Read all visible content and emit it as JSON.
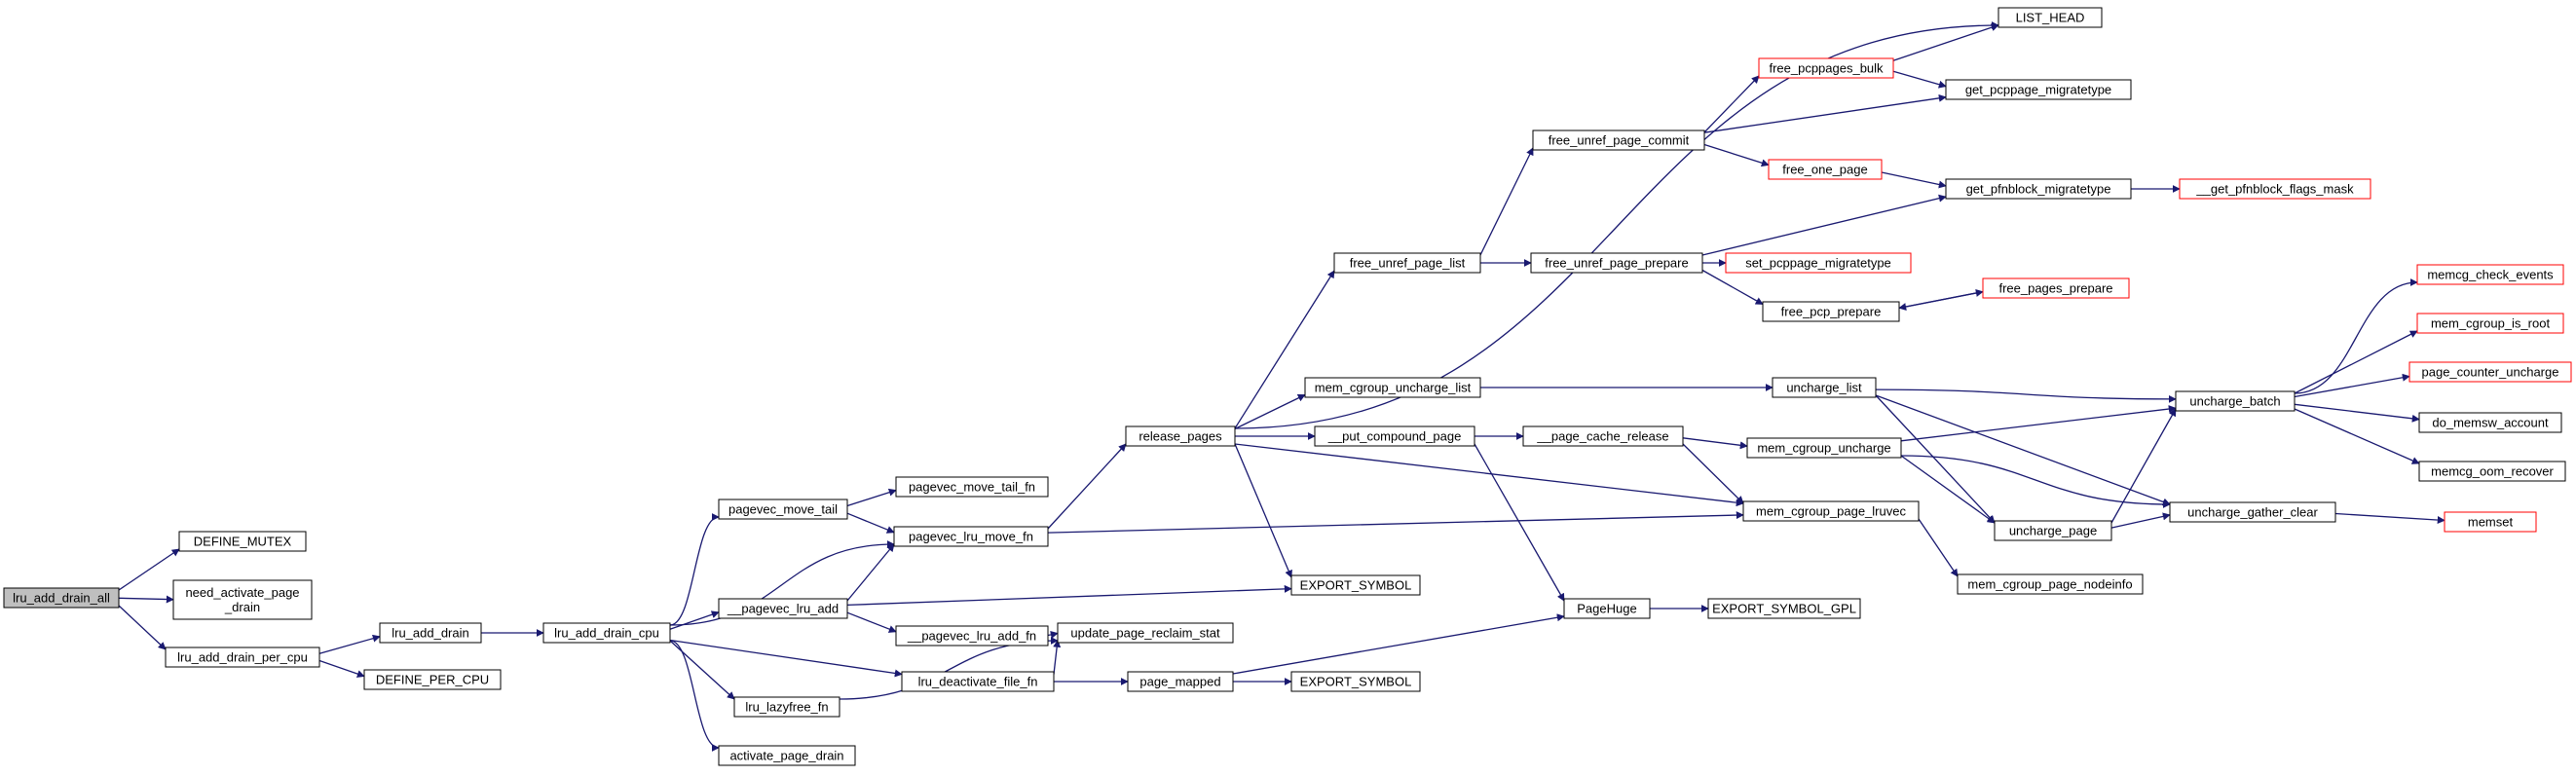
{
  "colors": {
    "edge": "#191970",
    "node_border": "#000000",
    "node_fill": "#ffffff",
    "truncated_border": "#ff0000",
    "root_fill": "#bfbfbf"
  },
  "nodes": [
    {
      "id": "lru_add_drain_all",
      "label": "lru_add_drain_all",
      "style": "root"
    },
    {
      "id": "DEFINE_MUTEX",
      "label": "DEFINE_MUTEX",
      "style": "normal"
    },
    {
      "id": "need_activate_page_drain",
      "label": "need_activate_page\n_drain",
      "style": "normal"
    },
    {
      "id": "lru_add_drain_per_cpu",
      "label": "lru_add_drain_per_cpu",
      "style": "normal"
    },
    {
      "id": "lru_add_drain",
      "label": "lru_add_drain",
      "style": "normal"
    },
    {
      "id": "DEFINE_PER_CPU",
      "label": "DEFINE_PER_CPU",
      "style": "normal"
    },
    {
      "id": "lru_add_drain_cpu",
      "label": "lru_add_drain_cpu",
      "style": "normal"
    },
    {
      "id": "pagevec_move_tail",
      "label": "pagevec_move_tail",
      "style": "normal"
    },
    {
      "id": "__pagevec_lru_add",
      "label": "__pagevec_lru_add",
      "style": "normal"
    },
    {
      "id": "lru_lazyfree_fn",
      "label": "lru_lazyfree_fn",
      "style": "normal"
    },
    {
      "id": "activate_page_drain",
      "label": "activate_page_drain",
      "style": "normal"
    },
    {
      "id": "pagevec_move_tail_fn",
      "label": "pagevec_move_tail_fn",
      "style": "normal"
    },
    {
      "id": "pagevec_lru_move_fn",
      "label": "pagevec_lru_move_fn",
      "style": "normal"
    },
    {
      "id": "__pagevec_lru_add_fn",
      "label": "__pagevec_lru_add_fn",
      "style": "normal"
    },
    {
      "id": "lru_deactivate_file_fn",
      "label": "lru_deactivate_file_fn",
      "style": "normal"
    },
    {
      "id": "update_page_reclaim_stat",
      "label": "update_page_reclaim_stat",
      "style": "normal"
    },
    {
      "id": "release_pages",
      "label": "release_pages",
      "style": "normal"
    },
    {
      "id": "page_mapped",
      "label": "page_mapped",
      "style": "normal"
    },
    {
      "id": "EXPORT_SYMBOL_a",
      "label": "EXPORT_SYMBOL",
      "style": "normal"
    },
    {
      "id": "EXPORT_SYMBOL_b",
      "label": "EXPORT_SYMBOL",
      "style": "normal"
    },
    {
      "id": "free_unref_page_list",
      "label": "free_unref_page_list",
      "style": "normal"
    },
    {
      "id": "mem_cgroup_uncharge_list",
      "label": "mem_cgroup_uncharge_list",
      "style": "normal"
    },
    {
      "id": "__put_compound_page",
      "label": "__put_compound_page",
      "style": "normal"
    },
    {
      "id": "free_unref_page_commit",
      "label": "free_unref_page_commit",
      "style": "normal"
    },
    {
      "id": "free_unref_page_prepare",
      "label": "free_unref_page_prepare",
      "style": "normal"
    },
    {
      "id": "__page_cache_release",
      "label": "__page_cache_release",
      "style": "normal"
    },
    {
      "id": "PageHuge",
      "label": "PageHuge",
      "style": "normal"
    },
    {
      "id": "EXPORT_SYMBOL_GPL",
      "label": "EXPORT_SYMBOL_GPL",
      "style": "normal"
    },
    {
      "id": "LIST_HEAD",
      "label": "LIST_HEAD",
      "style": "normal"
    },
    {
      "id": "free_pcppages_bulk",
      "label": "free_pcppages_bulk",
      "style": "truncated"
    },
    {
      "id": "get_pcppage_migratetype",
      "label": "get_pcppage_migratetype",
      "style": "normal"
    },
    {
      "id": "free_one_page",
      "label": "free_one_page",
      "style": "truncated"
    },
    {
      "id": "get_pfnblock_migratetype",
      "label": "get_pfnblock_migratetype",
      "style": "normal"
    },
    {
      "id": "__get_pfnblock_flags_mask",
      "label": "__get_pfnblock_flags_mask",
      "style": "truncated"
    },
    {
      "id": "set_pcppage_migratetype",
      "label": "set_pcppage_migratetype",
      "style": "truncated"
    },
    {
      "id": "free_pcp_prepare",
      "label": "free_pcp_prepare",
      "style": "normal"
    },
    {
      "id": "free_pages_prepare",
      "label": "free_pages_prepare",
      "style": "truncated"
    },
    {
      "id": "uncharge_list",
      "label": "uncharge_list",
      "style": "normal"
    },
    {
      "id": "mem_cgroup_uncharge",
      "label": "mem_cgroup_uncharge",
      "style": "normal"
    },
    {
      "id": "mem_cgroup_page_lruvec",
      "label": "mem_cgroup_page_lruvec",
      "style": "normal"
    },
    {
      "id": "mem_cgroup_page_nodeinfo",
      "label": "mem_cgroup_page_nodeinfo",
      "style": "normal"
    },
    {
      "id": "uncharge_page",
      "label": "uncharge_page",
      "style": "normal"
    },
    {
      "id": "uncharge_batch",
      "label": "uncharge_batch",
      "style": "normal"
    },
    {
      "id": "uncharge_gather_clear",
      "label": "uncharge_gather_clear",
      "style": "normal"
    },
    {
      "id": "memcg_check_events",
      "label": "memcg_check_events",
      "style": "truncated"
    },
    {
      "id": "mem_cgroup_is_root",
      "label": "mem_cgroup_is_root",
      "style": "truncated"
    },
    {
      "id": "page_counter_uncharge",
      "label": "page_counter_uncharge",
      "style": "truncated"
    },
    {
      "id": "do_memsw_account",
      "label": "do_memsw_account",
      "style": "normal"
    },
    {
      "id": "memcg_oom_recover",
      "label": "memcg_oom_recover",
      "style": "normal"
    },
    {
      "id": "memset",
      "label": "memset",
      "style": "truncated"
    }
  ]
}
